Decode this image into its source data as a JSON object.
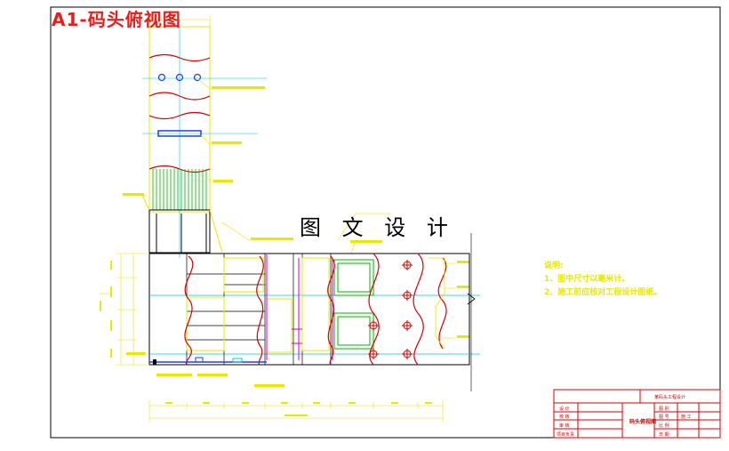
{
  "drawing": {
    "title": "A1-码头俯视图",
    "watermark": "图 文 设 计",
    "notes": {
      "heading": "说明:",
      "line1": "1、图中尺寸以毫米计。",
      "line2": "2、施工前应核对工程设计图纸。"
    },
    "title_block": {
      "project": "某码头工程设计",
      "drawing_name": "码头俯视图",
      "left_labels": [
        "设 计",
        "校 核",
        "审 核",
        "项目负责"
      ],
      "right_labels": [
        "图 别",
        "图 号",
        "比 例",
        "日 期"
      ],
      "right_values": [
        "施 工",
        "",
        "",
        ""
      ]
    }
  },
  "colors": {
    "frame": "#000000",
    "outline": "#e8e800",
    "cyan": "#00c8e8",
    "red": "#d40000",
    "green": "#00b400",
    "magenta": "#d000d0",
    "blue": "#1e3cff",
    "title": "#e8201b"
  }
}
